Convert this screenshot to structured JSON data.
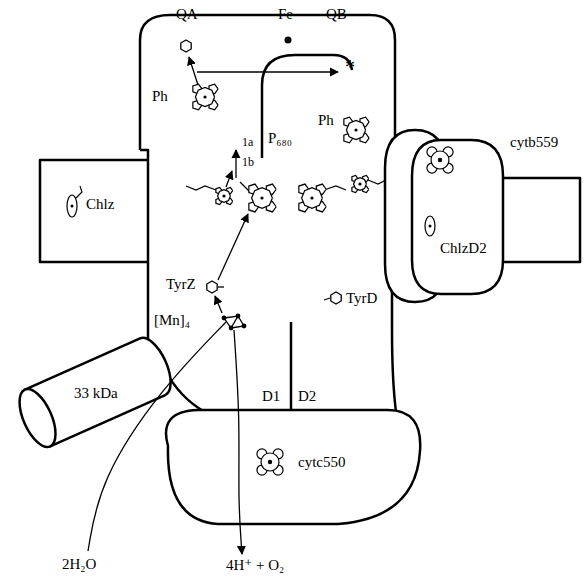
{
  "diagram": {
    "nodes": [
      {
        "text": [
          "cytb559",
          "ChlzD2"
        ]
      },
      {
        "text": [
          "Chlz"
        ]
      },
      {
        "text": [
          "33 kDa"
        ]
      },
      {
        "text": [
          "cytc550"
        ]
      }
    ],
    "labels": [
      "QA",
      "Fe",
      "QB",
      "*",
      "Ph",
      "1a",
      "1b",
      "P₆₈₀",
      "Ph",
      "TyrZ",
      "TyrD",
      "[Mn]₄",
      "D1",
      "D2",
      "2H₂O",
      "4H⁺ + O₂"
    ]
  }
}
